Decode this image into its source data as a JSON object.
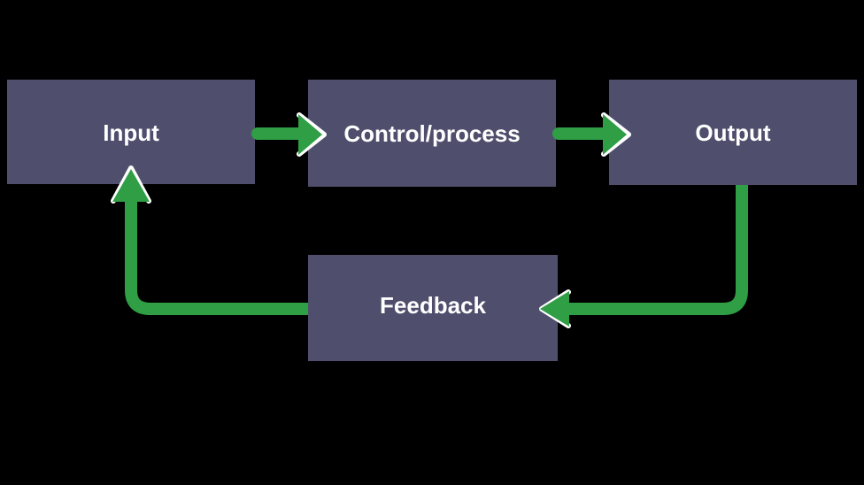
{
  "diagram": {
    "type": "flowchart",
    "colors": {
      "background": "#000000",
      "box": "#4f4f6d",
      "arrow": "#2f9e45",
      "arrow_outline": "#ffffff",
      "text": "#ffffff"
    },
    "nodes": [
      {
        "id": "input",
        "label": "Input"
      },
      {
        "id": "control",
        "label": "Control/process"
      },
      {
        "id": "output",
        "label": "Output"
      },
      {
        "id": "feedback",
        "label": "Feedback"
      }
    ],
    "edges": [
      {
        "from": "input",
        "to": "control",
        "style": "straight-right"
      },
      {
        "from": "control",
        "to": "output",
        "style": "straight-right"
      },
      {
        "from": "output",
        "to": "feedback",
        "style": "elbow-down-left"
      },
      {
        "from": "feedback",
        "to": "input",
        "style": "elbow-left-up"
      }
    ]
  }
}
